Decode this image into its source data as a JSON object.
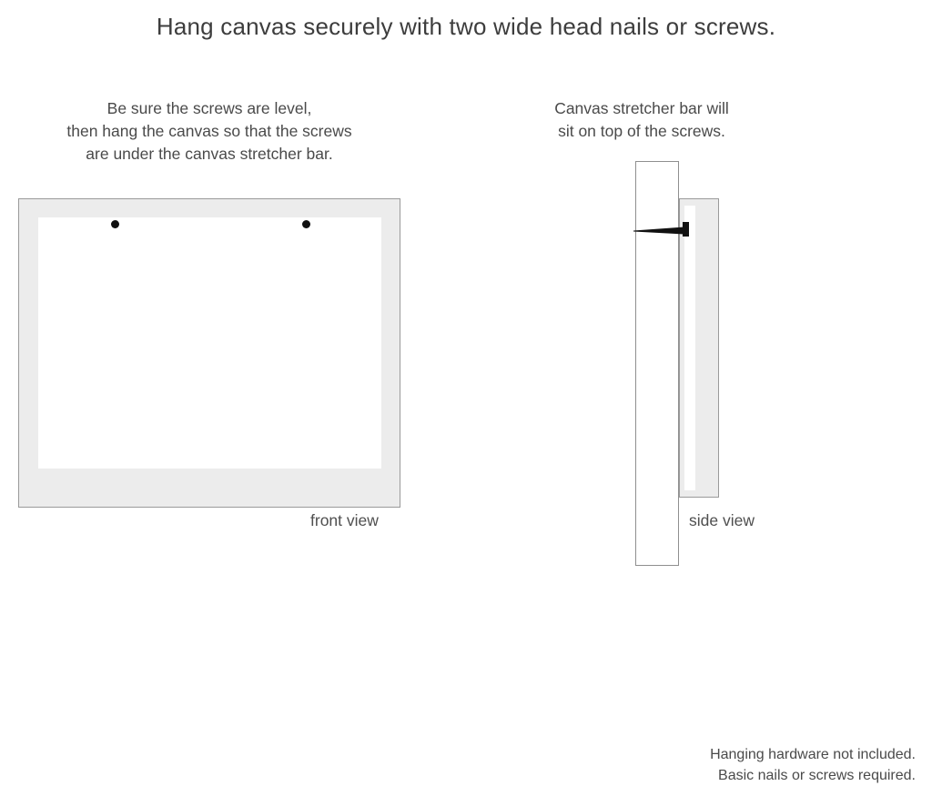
{
  "headline": "Hang canvas securely with two wide head nails or screws.",
  "front_panel": {
    "caption_lines": [
      "Be sure the screws are level,",
      "then hang the canvas so that the screws",
      "are under the canvas stretcher bar."
    ],
    "view_label": "front view",
    "screw_count": 2
  },
  "side_panel": {
    "caption_lines": [
      "Canvas stretcher bar will",
      "sit on top of the screws."
    ],
    "view_label": "side view"
  },
  "footer_lines": [
    "Hanging hardware not included.",
    "Basic nails or screws required."
  ],
  "colors": {
    "background": "#ffffff",
    "frame_fill": "#ececec",
    "frame_outline": "#9a9a9a",
    "canvas_face": "#ffffff",
    "screw": "#111111",
    "text": "#4a4a4a"
  }
}
